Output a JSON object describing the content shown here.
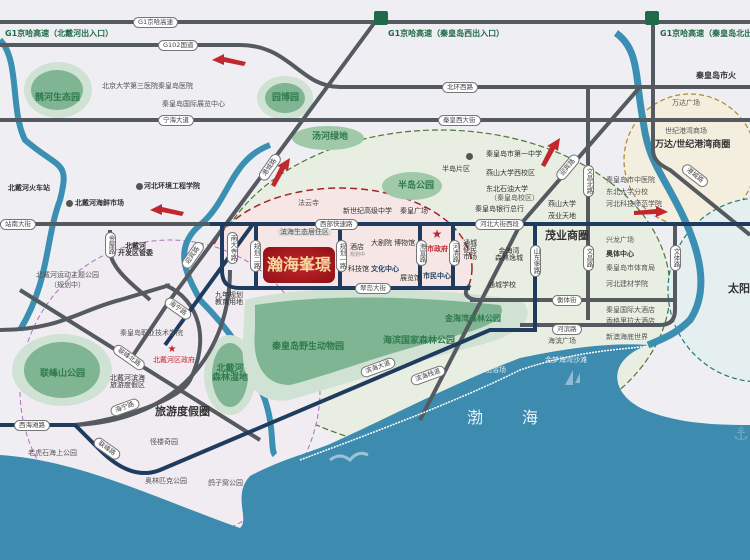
{
  "project": "瀚海峯璟",
  "roads": {
    "g1": "G1京哈高速",
    "g102": "G102国道",
    "ninghai": "宁海大道",
    "beihuan": "北环西路",
    "qinhuang": "秦皇西大街",
    "zhannan": "站南大街",
    "xibu": "西部快速路",
    "hebei": "河北大街西段",
    "cuidao": "翠岛大街",
    "tiyu": "衡体街",
    "hebin": "河滨路",
    "binhai": "滨海大道",
    "binhaizhan": "滨海栈道",
    "xihaitan": "西海滩路",
    "haining": "海宁路",
    "haining2": "海宁路",
    "lianfeng": "联峰北路",
    "lianfeng2": "联峰路",
    "jinshan": "金屋路",
    "nandaisi": "南大寺路",
    "guihua2": "规划二路",
    "guihua1": "规划一路",
    "haixian": "海宣路",
    "hehe": "河清路",
    "shandong": "山东堡路",
    "wenchang": "文昌北路",
    "wenchang2": "文昌路",
    "wenti": "文体路",
    "yingbin": "迎宾路",
    "gangcheng": "港城路"
  },
  "exits": {
    "beidaihe": "G1京哈高速（北戴河出入口）",
    "qhdxi": "G1京哈高速（秦皇岛西出入口）",
    "qhdbei": "G1京哈高速（秦皇岛北出入口）"
  },
  "parks": {
    "quehe": "鹊河生态园",
    "yuanbo": "园博园",
    "tanghe": "汤河绿地",
    "bandao": "半岛公园",
    "lianfeng": "联峰山公园",
    "senlin": "北戴河\n森林湿地",
    "zoo": "秦皇岛野生动物园",
    "jinhaiwan": "金海湾森林公园",
    "haibin": "海滨国家森林公园"
  },
  "poi": {
    "beida": "北京大学第三医院秦皇岛医院",
    "zhanlan": "秦皇岛国际展览中心",
    "huochezhan": "北戴河火车站",
    "seafood": "北戴河海鲜市场",
    "huanjing": "河北环境工程学院",
    "kaifa": "北戴河\n开发区管委",
    "yundong": "北戴河运动主题公园",
    "guihuazhong": "（规划中）",
    "fayun": "法云寺",
    "shengtai": "滨海生态居住区",
    "xinshiji": "新世纪高级中学",
    "qhdguangchang": "秦皇广场",
    "bandaopian": "半岛片区",
    "yizhong": "秦皇岛市第一中学",
    "yanda_xi": "燕山大学西校区",
    "shiyou": "东北石油大学",
    "shiyou2": "（秦皇岛校区）",
    "yinhang": "秦皇岛银行总行",
    "yanda": "燕山大学",
    "maoye_tiandi": "茂业天地",
    "maoye": "茂业商圈",
    "zhongyi": "秦皇岛市中医院",
    "dongda": "东北大学分校",
    "keji": "河北科技师范学院",
    "xinglong": "兴龙广场",
    "tiyuzx": "奥体中心",
    "tiyuguan": "秦皇岛市体育局",
    "jiancai": "河北建材学院",
    "guoji": "秦皇国际大酒店",
    "xiangge": "香格里拉大酒店",
    "haibinguangchang": "海滨广场",
    "haiyang": "新澳海底世界",
    "wanda": "万达广场",
    "shiji": "世纪港湾商场",
    "wandaquan": "万达/世纪港湾商圈",
    "qhdzhan": "秦皇岛市火",
    "taiyang": "太阳",
    "jiudian": "酒店",
    "dajuyuan": "大剧院",
    "bowuguan": "博物馆",
    "kejiguan": "科技馆",
    "wenhua": "文化中心",
    "zhanlanguan": "展览馆",
    "shizhengfu": "市政府",
    "shimin": "市民中心",
    "bianmin": "通城\n便民\n市场",
    "jinhaiwan_xc": "金海湾\n森林逸城",
    "tongcheng": "通城学校",
    "jiunian": "九年规划\n教育用地",
    "zhiye": "秦皇岛职业技术学院",
    "bdhzf": "北戴河区政府",
    "lvyou": "北戴河滨海\n旅游度假区",
    "lvyouquan": "旅游度假圈",
    "guailou": "怪楼奇园",
    "aolin": "奥林匹克公园",
    "gezi": "鸽子窝公园",
    "laohu": "老虎石海上公园",
    "jinshan_yuchang": "金山浴场",
    "jinmeng": "金梦海湾沙滩",
    "bohai1": "渤",
    "bohai2": "海",
    "planning": "规划中"
  },
  "colors": {
    "sea": "#3d8cb0",
    "river": "#3a8fb2",
    "road": "#555a60",
    "main_road": "#1f3c5e",
    "park": "#7fb592",
    "accent": "#c0282e"
  }
}
